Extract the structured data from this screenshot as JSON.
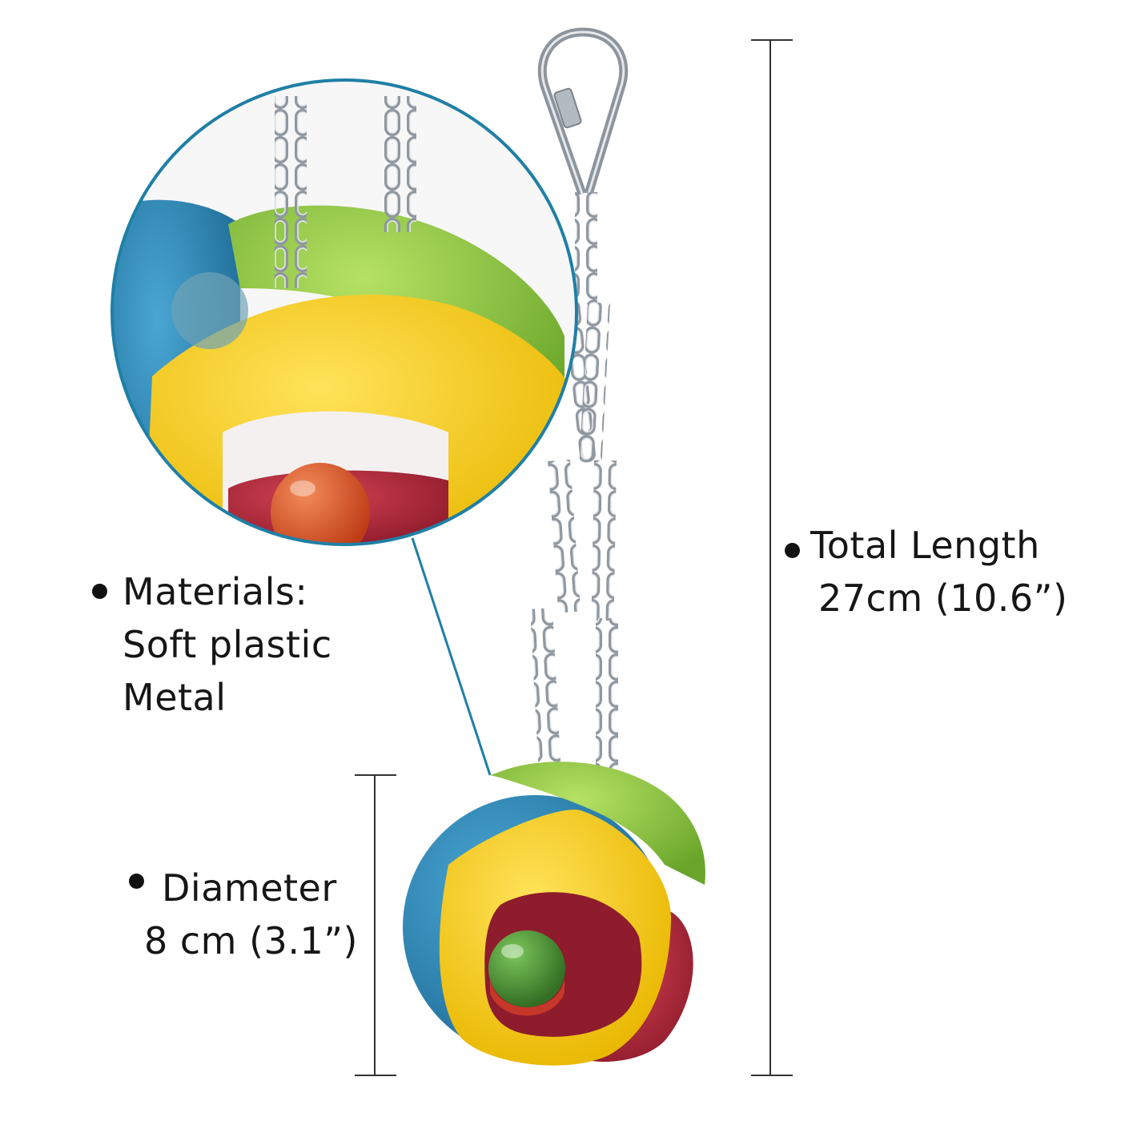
{
  "specs": {
    "materials": {
      "title": "Materials:",
      "lines": [
        "Soft plastic",
        "Metal"
      ]
    },
    "total_length": {
      "title": "Total Length",
      "value": "27cm (10.6”)"
    },
    "diameter": {
      "title": "Diameter",
      "value": "8 cm (3.1”)"
    }
  },
  "colors": {
    "yellow": "#f8cf1f",
    "green": "#8dc63f",
    "blue": "#2a84b3",
    "red": "#b9283c",
    "orange_bead": "#e0572a",
    "green_bead": "#4e9a3a",
    "zoom_ring": "#1f7fa6",
    "steel": "#9aa2aa"
  }
}
